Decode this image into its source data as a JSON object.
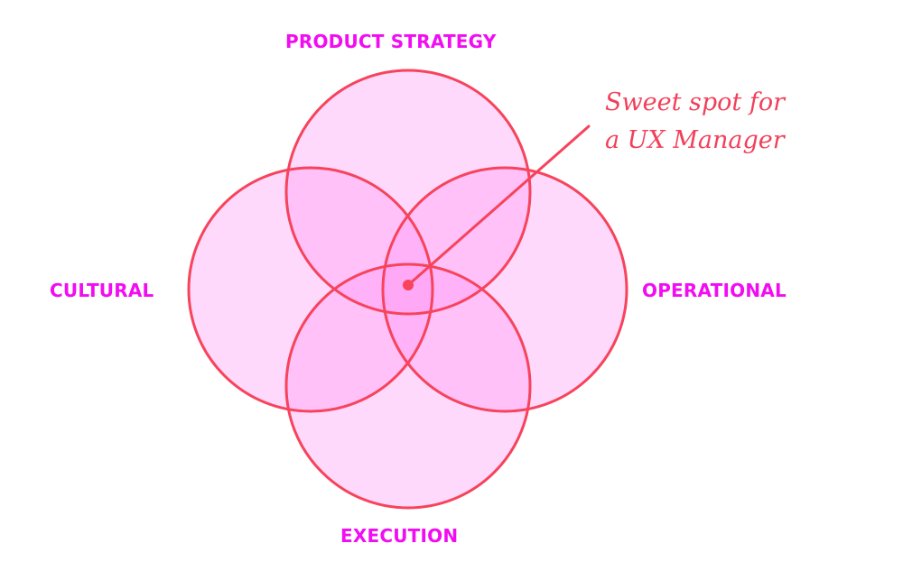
{
  "colors": {
    "label": "#f20cf2",
    "stroke": "#f7435c",
    "fill": "#ff9cf5",
    "fill_opacity": 0.38,
    "note": "#f2405a"
  },
  "diagram": {
    "title": "UX Manager responsibility Venn diagram",
    "circles": [
      {
        "id": "product-strategy",
        "label": "PRODUCT STRATEGY",
        "position": "top"
      },
      {
        "id": "cultural",
        "label": "CULTURAL",
        "position": "left"
      },
      {
        "id": "operational",
        "label": "OPERATIONAL",
        "position": "right"
      },
      {
        "id": "execution",
        "label": "EXECUTION",
        "position": "bottom"
      }
    ],
    "annotation": {
      "line1": "Sweet spot for",
      "line2": "a UX Manager",
      "points_to": "center intersection"
    }
  }
}
